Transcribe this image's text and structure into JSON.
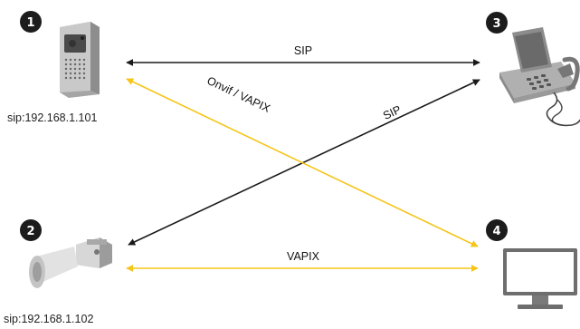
{
  "colors": {
    "dark_line": "#1a1a1a",
    "yellow_line": "#f5c518",
    "badge_fill": "#1c1c1c",
    "device_gray": "#8a8a8a"
  },
  "nodes": [
    {
      "number": "1",
      "device": "door-station-icon",
      "caption": "sip:192.168.1.101"
    },
    {
      "number": "2",
      "device": "horn-speaker-icon",
      "caption": "sip:192.168.1.102"
    },
    {
      "number": "3",
      "device": "desk-phone-icon",
      "caption": ""
    },
    {
      "number": "4",
      "device": "monitor-icon",
      "caption": ""
    }
  ],
  "connections": [
    {
      "from": "1",
      "to": "3",
      "label": "SIP",
      "color": "dark"
    },
    {
      "from": "2",
      "to": "3",
      "label": "SIP",
      "color": "dark"
    },
    {
      "from": "4",
      "to": "1",
      "label": "Onvif / VAPIX",
      "color": "yellow"
    },
    {
      "from": "2",
      "to": "4",
      "label": "VAPIX",
      "color": "yellow"
    }
  ]
}
